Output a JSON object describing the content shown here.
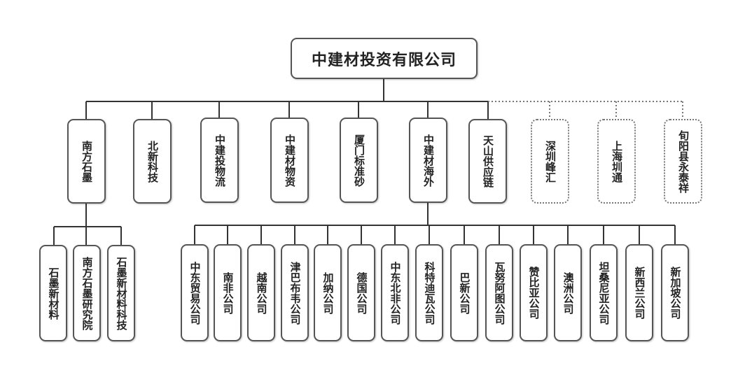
{
  "root": {
    "label": "中建材投资有限公司"
  },
  "level1": [
    {
      "label": "南方石墨",
      "style": "solid"
    },
    {
      "label": "北新科技",
      "style": "solid"
    },
    {
      "label": "中建投物流",
      "style": "solid"
    },
    {
      "label": "中建材物资",
      "style": "solid"
    },
    {
      "label": "厦门标准砂",
      "style": "solid"
    },
    {
      "label": "中建材海外",
      "style": "solid"
    },
    {
      "label": "天山供应链",
      "style": "solid"
    },
    {
      "label": "深圳峰汇",
      "style": "dotted"
    },
    {
      "label": "上海圳通",
      "style": "dotted"
    },
    {
      "label": "旬阳县永泰祥",
      "style": "dotted"
    }
  ],
  "nanfang_children": [
    {
      "label": "石墨新材料"
    },
    {
      "label": "南方石墨研究院"
    },
    {
      "label": "石墨新材料科技"
    }
  ],
  "overseas_children": [
    {
      "label": "中东贸易公司"
    },
    {
      "label": "南非公司"
    },
    {
      "label": "越南公司"
    },
    {
      "label": "津巴布韦公司"
    },
    {
      "label": "加纳公司"
    },
    {
      "label": "德国公司"
    },
    {
      "label": "中东北非公司"
    },
    {
      "label": "科特迪瓦公司"
    },
    {
      "label": "巴新公司"
    },
    {
      "label": "瓦努阿图公司"
    },
    {
      "label": "赞比亚公司"
    },
    {
      "label": "澳洲公司"
    },
    {
      "label": "坦桑尼亚公司"
    },
    {
      "label": "新西兰公司"
    },
    {
      "label": "新加坡公司"
    }
  ],
  "colors": {
    "line": "#333333",
    "border": "#555555",
    "dotted": "#777777",
    "text": "#222222"
  }
}
